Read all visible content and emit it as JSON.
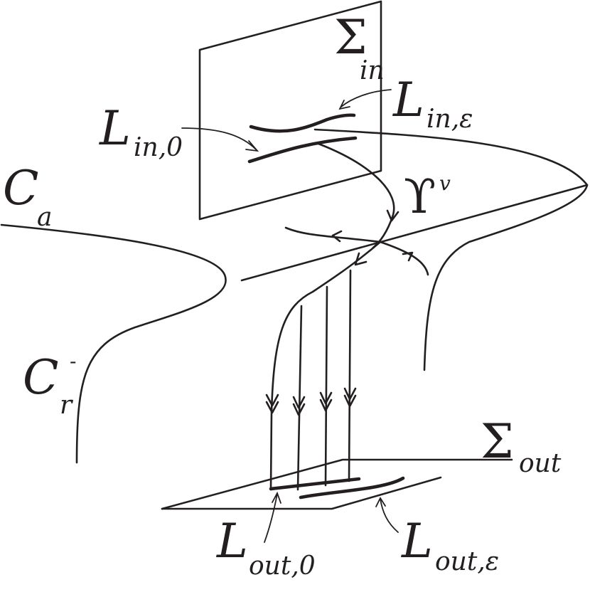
{
  "diagram": {
    "type": "geometric-singular-perturbation-sketch",
    "stroke_color": "#231f20",
    "background": "#ffffff"
  },
  "labels": {
    "sigma_in": {
      "main": "Σ",
      "sub": "in"
    },
    "sigma_out": {
      "main": "Σ",
      "sub": "out"
    },
    "L_in_0": {
      "main": "L",
      "sub": "in,0"
    },
    "L_in_eps": {
      "main": "L",
      "sub": "in,ε"
    },
    "L_out_0": {
      "main": "L",
      "sub": "out,0"
    },
    "L_out_eps": {
      "main": "L",
      "sub": "out,ε"
    },
    "C_a": {
      "main": "C",
      "sub": "a"
    },
    "C_r": {
      "main": "C",
      "sub": "r",
      "sup": "-"
    },
    "Upsilon_v": {
      "main": "ϒ",
      "sup": "v"
    }
  },
  "elements": [
    "Sigma_in section plane (vertical parallelogram)",
    "Sigma_out section plane (horizontal parallelogram)",
    "Attracting critical manifold C_a (fold curve, left)",
    "Repelling critical manifold C_r- (lower left)",
    "Right fold surface curve",
    "Saddle equilibrium Upsilon^v with stable/unstable branches",
    "Four fast fibers with double arrowheads descending to Sigma_out",
    "Curves L_in,0 and L_in,eps on Sigma_in",
    "Curves L_out,0 and L_out,eps on Sigma_out"
  ]
}
